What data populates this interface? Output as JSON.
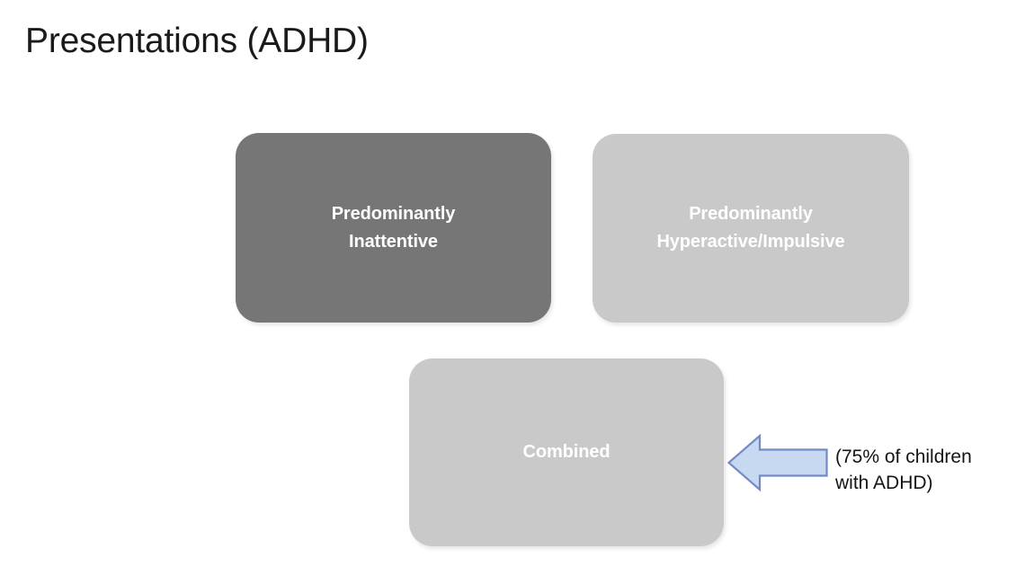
{
  "slide": {
    "title": "Presentations (ADHD)",
    "background_color": "#ffffff"
  },
  "diagram": {
    "type": "concept-boxes",
    "boxes": [
      {
        "id": "predominantly-inattentive",
        "label": "Predominantly\nInattentive",
        "fill_color": "#767676",
        "text_color": "#ffffff"
      },
      {
        "id": "predominantly-hyperactive-impulsive",
        "label": "Predominantly\nHyperactive/Impulsive",
        "fill_color": "#c9c9c9",
        "text_color": "#ffffff"
      },
      {
        "id": "combined",
        "label": "Combined",
        "fill_color": "#c9c9c9",
        "text_color": "#ffffff"
      }
    ],
    "callout": {
      "arrow_direction": "left",
      "arrow_fill_color": "#c6d9f1",
      "arrow_border_color": "#7589c6",
      "text": "(75% of children\nwith ADHD)",
      "text_color": "#141414"
    }
  }
}
